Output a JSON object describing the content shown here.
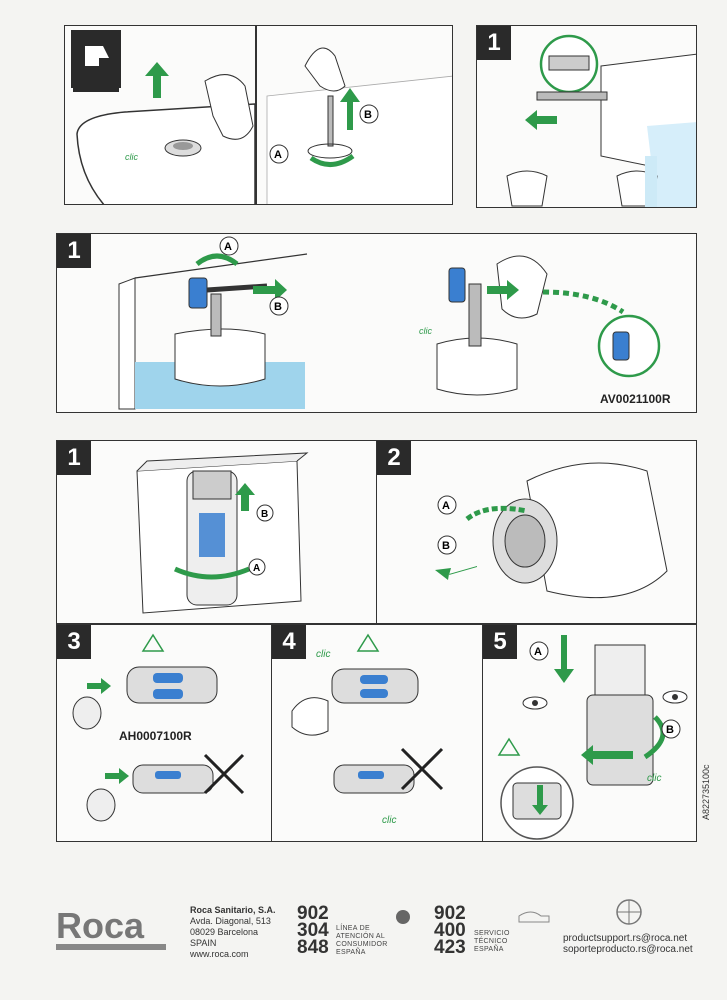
{
  "steps": {
    "top_right": "1",
    "row2": "1",
    "row3_a": "1",
    "row3_b": "2",
    "row4_a": "3",
    "row4_b": "4",
    "row4_c": "5"
  },
  "callouts": {
    "a": "A",
    "b": "B",
    "clic": "clic"
  },
  "part_codes": {
    "row2": "AV0021100R",
    "row4": "AH0007100R"
  },
  "document_ref": "A822735100c",
  "footer": {
    "brand": "Roca",
    "company_name": "Roca Sanitario, S.A.",
    "address_1": "Avda. Diagonal, 513",
    "address_2": "08029 Barcelona",
    "country": "SPAIN",
    "website": "www.roca.com",
    "phone1": [
      "902",
      "304",
      "848"
    ],
    "phone1_label": [
      "LÍNEA DE",
      "ATENCIÓN AL",
      "CONSUMIDOR",
      "ESPAÑA"
    ],
    "phone2": [
      "902",
      "400",
      "423"
    ],
    "phone2_label": [
      "SERVICIO",
      "TÉCNICO",
      "ESPAÑA"
    ],
    "email_1": "productsupport.rs@roca.net",
    "email_2": "soporteproducto.rs@roca.net"
  },
  "colors": {
    "green": "#2e9a4a",
    "blue": "#3a7fd0",
    "water": "#9fd4ec",
    "dark": "#2a2a2a"
  }
}
